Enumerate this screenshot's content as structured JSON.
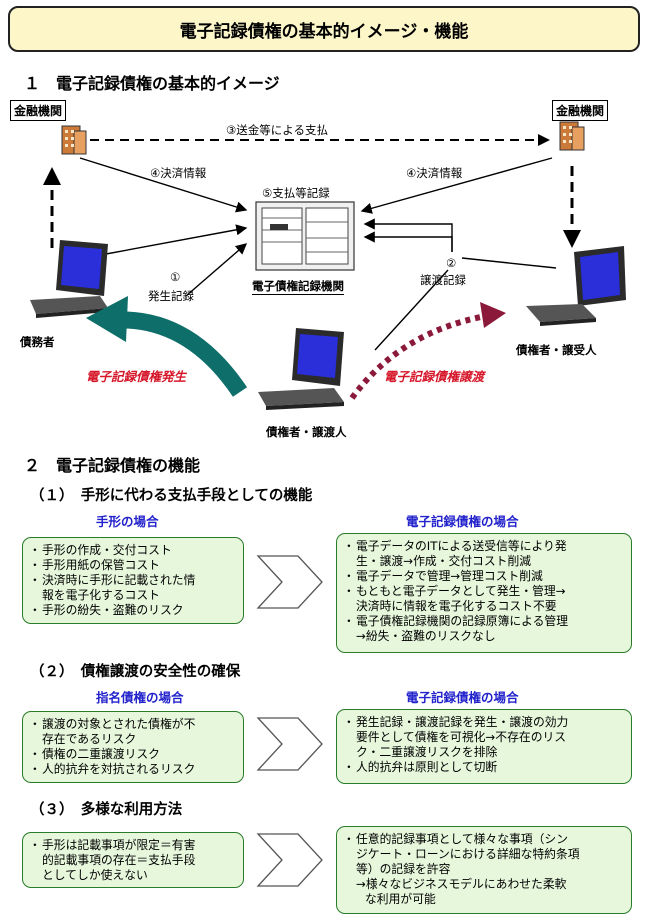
{
  "title": "電子記録債権の基本的イメージ・機能",
  "section1": {
    "heading": "１　電子記録債権の基本的イメージ",
    "bank_left": "金融機関",
    "bank_right": "金融機関",
    "remit": "③送金等による支払",
    "settle_left": "④決済情報",
    "settle_right": "④決済情報",
    "record_payment": "⑤支払等記録",
    "registry": "電子債権記録機関",
    "issue_num": "①",
    "issue_label": "発生記録",
    "transfer_num": "②",
    "transfer_label": "譲渡記録",
    "debtor": "債務者",
    "assignee": "債権者・譲受人",
    "assignor": "債権者・譲渡人",
    "issue_arrow_label": "電子記録債権発生",
    "transfer_arrow_label": "電子記録債権譲渡"
  },
  "section2": {
    "heading": "２　電子記録債権の機能",
    "sub1": {
      "heading": "（１）　手形に代わる支払手段としての機能",
      "left_header": "手形の場合",
      "right_header": "電子記録債権の場合",
      "left_items": [
        "手形の作成・交付コスト",
        "手形用紙の保管コスト",
        "決済時に手形に記載された情",
        "報を電子化するコスト",
        "手形の紛失・盗難のリスク"
      ],
      "right_items": [
        "電子データのITによる送受信等により発",
        "生・譲渡→作成・交付コスト削減",
        "電子データで管理→管理コスト削減",
        "もともと電子データとして発生・管理→",
        "決済時に情報を電子化するコスト不要",
        "電子債権記録機関の記録原簿による管理",
        "→紛失・盗難のリスクなし"
      ]
    },
    "sub2": {
      "heading": "（２）　債権譲渡の安全性の確保",
      "left_header": "指名債権の場合",
      "right_header": "電子記録債権の場合",
      "left_items": [
        "譲渡の対象とされた債権が不",
        "存在であるリスク",
        "債権の二重譲渡リスク",
        "人的抗弁を対抗されるリスク"
      ],
      "right_items": [
        "発生記録・譲渡記録を発生・譲渡の効力",
        "要件として債権を可視化→不存在のリス",
        "ク・二重譲渡リスクを排除",
        "人的抗弁は原則として切断"
      ]
    },
    "sub3": {
      "heading": "（３）　多様な利用方法",
      "left_items": [
        "手形は記載事項が限定＝有害",
        "的記載事項の存在＝支払手段",
        "としてしか使えない"
      ],
      "right_items": [
        "任意的記録事項として様々な事項（シン",
        "ジケート・ローンにおける詳細な特約条項",
        "等）の記録を許容",
        "→様々なビジネスモデルにあわせた柔軟",
        "な利用が可能"
      ]
    }
  },
  "colors": {
    "title_bg": "#fdf6c9",
    "box_bg": "#e6f7dc",
    "box_border": "#2a7b2a",
    "header_blue": "#2222cc",
    "red_label": "#d6172a",
    "teal_arrow": "#0e6e69",
    "maroon_arrow": "#8b1a3a"
  }
}
